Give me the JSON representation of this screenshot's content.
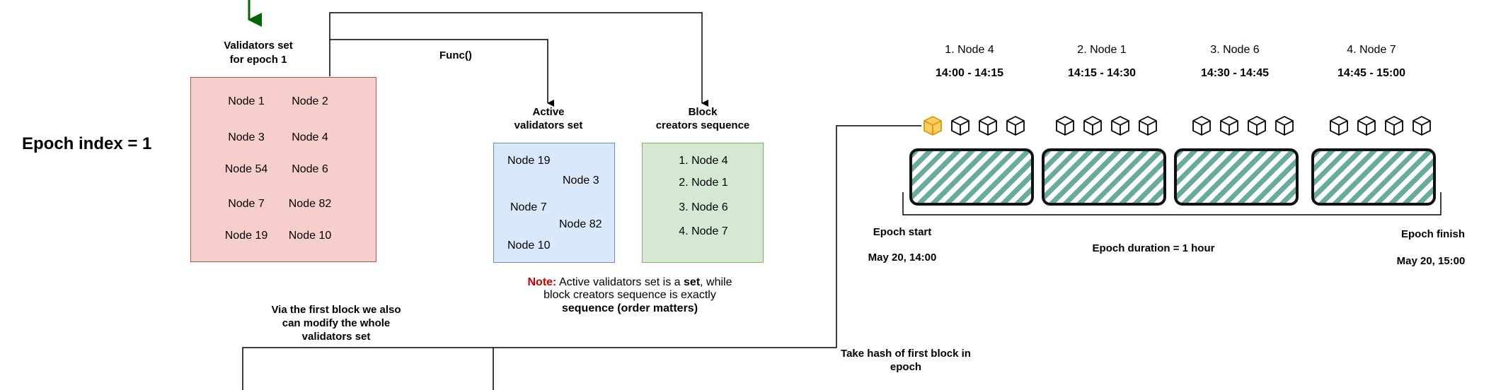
{
  "epoch_label": "Epoch index = 1",
  "validators": {
    "title_line1": "Validators set",
    "title_line2": "for epoch 1",
    "nodes": [
      "Node 1",
      "Node 2",
      "Node 3",
      "Node 4",
      "Node 54",
      "Node 6",
      "Node 7",
      "Node 82",
      "Node 19",
      "Node 10"
    ]
  },
  "func_label": "Func()",
  "active": {
    "title_line1": "Active",
    "title_line2": "validators set",
    "nodes": [
      "Node 19",
      "Node 3",
      "Node 7",
      "Node 82",
      "Node 10"
    ]
  },
  "creators": {
    "title_line1": "Block",
    "title_line2": "creators sequence",
    "items": [
      "1. Node 4",
      "2. Node 1",
      "3. Node 6",
      "4. Node 7"
    ]
  },
  "note": {
    "prefix": "Note:",
    "line1_a": " Active validators set is a ",
    "line1_b": "set",
    "line1_c": ", while",
    "line2": "block creators sequence is exactly",
    "line3": "sequence (order matters)"
  },
  "first_block_note": {
    "line1": "Via the first block we also",
    "line2": "can modify the whole",
    "line3": "validators set"
  },
  "hash_note": {
    "line1": "Take hash of first block in",
    "line2": "epoch"
  },
  "slots": [
    {
      "creator": "1. Node 4",
      "time": "14:00 - 14:15"
    },
    {
      "creator": "2. Node 1",
      "time": "14:15 - 14:30"
    },
    {
      "creator": "3. Node 6",
      "time": "14:30 - 14:45"
    },
    {
      "creator": "4. Node 7",
      "time": "14:45 - 15:00"
    }
  ],
  "epoch_start": {
    "label": "Epoch start",
    "date": "May 20, 14:00"
  },
  "epoch_finish": {
    "label": "Epoch finish",
    "date": "May 20, 15:00"
  },
  "epoch_duration": "Epoch duration = 1 hour",
  "colors": {
    "validators_fill": "#f8cecc",
    "validators_border": "#b85450",
    "active_fill": "#dae8fc",
    "active_border": "#6c8ebf",
    "creators_fill": "#d5e8d4",
    "creators_border": "#82b366",
    "hatch": "#67ab9f",
    "highlight_cube": "#ffcc66",
    "arrow_green": "#006600"
  }
}
